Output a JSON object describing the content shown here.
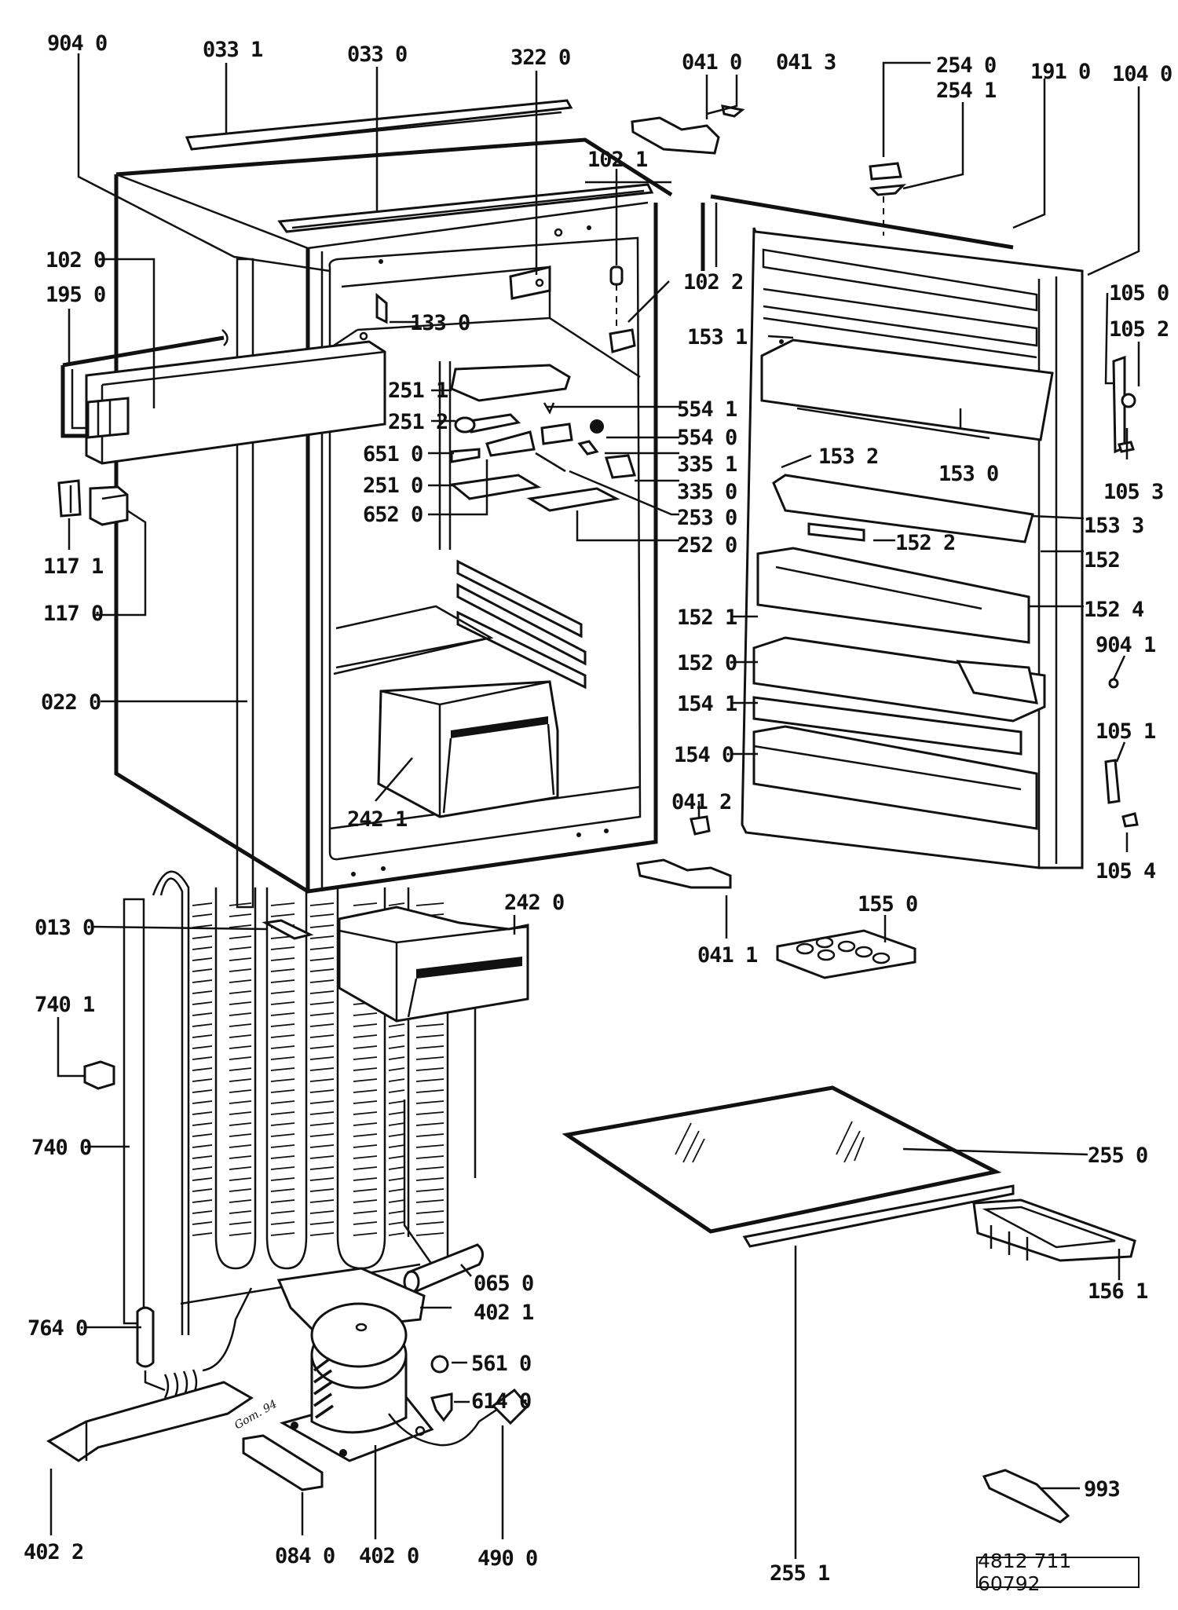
{
  "diagram": {
    "title": "Refrigerator exploded parts diagram",
    "reference_number": "4812 711 60792",
    "signature": "Gom. 94",
    "labels": {
      "p904_0": "904 0",
      "p033_1": "033  1",
      "p033_0": "033 0",
      "p322_0": "322  0",
      "p041_0": "041  0",
      "p041_3": "041  3",
      "p254_0": "254  0",
      "p254_1": "254  1",
      "p191_0": "191  0",
      "p104_0": "104  0",
      "p102_1": "102  1",
      "p102_0": "102  0",
      "p195_0": "195  0",
      "p133_0": "133  0",
      "p102_2": "102  2",
      "p153_1": "153  1",
      "p105_0": "105  0",
      "p105_2": "105  2",
      "p251_1": "251  1",
      "p251_2": "251  2",
      "p651_0": "651  0",
      "p251_0": "251  0",
      "p652_0": "652  0",
      "p554_1": "554  1",
      "p554_0": "554  0",
      "p335_1": "335  1",
      "p335_0": "335  0",
      "p253_0": "253  0",
      "p252_0": "252  0",
      "p153_2": "153  2",
      "p153_0": "153  0",
      "p105_3": "105  3",
      "p153_3": "153  3",
      "p152_2": "152  2",
      "p152_x": "152",
      "p117_1": "117  1",
      "p117_0": "117  0",
      "p152_4": "152  4",
      "p152_1": "152  1",
      "p904_1": "904  1",
      "p152_0": "152  0",
      "p022_0": "022  0",
      "p154_1": "154  1",
      "p105_1": "105  1",
      "p154_0": "154  0",
      "p242_1": "242  1",
      "p041_2": "041  2",
      "p105_4": "105  4",
      "p013_0": "013  0",
      "p242_0": "242  0",
      "p155_0": "155  0",
      "p041_1": "041  1",
      "p740_1": "740  1",
      "p740_0": "740  0",
      "p255_0": "255  0",
      "p065_0": "065  0",
      "p402_1": "402  1",
      "p764_0": "764  0",
      "p561_0": "561  0",
      "p614_0": "614  0",
      "p156_1": "156  1",
      "p993": "993",
      "p402_2": "402  2",
      "p084_0": "084  0",
      "p402_0": "402  0",
      "p490_0": "490  0",
      "p255_1": "255  1"
    }
  }
}
